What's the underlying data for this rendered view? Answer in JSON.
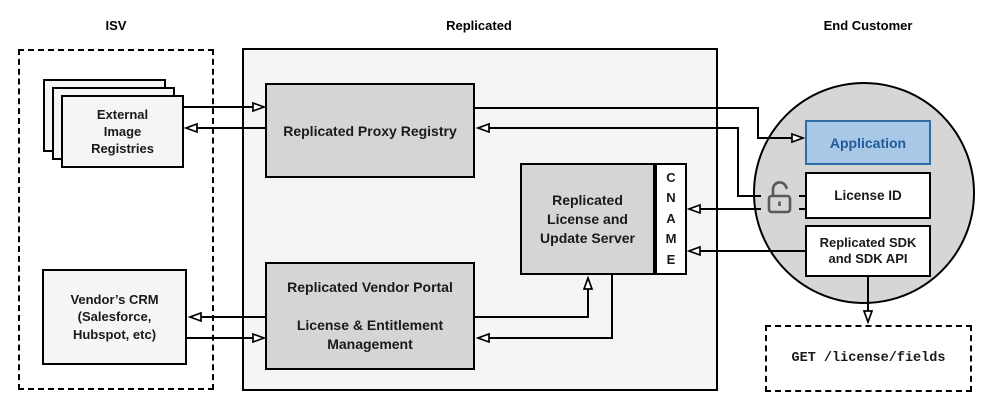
{
  "sections": {
    "isv": "ISV",
    "replicated": "Replicated",
    "end_customer": "End Customer"
  },
  "nodes": {
    "external_image_registries": "External\nImage\nRegistries",
    "replicated_proxy_registry": "Replicated Proxy Registry",
    "vendors_crm": "Vendor’s CRM\n(Salesforce,\nHubspot, etc)",
    "vendor_portal": "Replicated Vendor Portal\n\nLicense & Entitlement\nManagement",
    "license_update_server": "Replicated\nLicense and\nUpdate Server",
    "cname": "C\nN\nA\nM\nE",
    "application": "Application",
    "license_id": "License ID",
    "replicated_sdk": "Replicated SDK\nand SDK API",
    "get_request": "GET /license/fields"
  },
  "icons": {
    "unlock_icon": "open-padlock"
  },
  "colors": {
    "container_fill": "#f5f5f5",
    "node_fill_gray": "#d5d5d5",
    "node_fill_light": "#f5f5f5",
    "circle_fill": "#d6d6d6",
    "app_fill": "#a9c7e7",
    "app_border": "#2e6da4",
    "app_text": "#1f5c97",
    "line_color": "#000000",
    "icon_color": "#595959"
  }
}
